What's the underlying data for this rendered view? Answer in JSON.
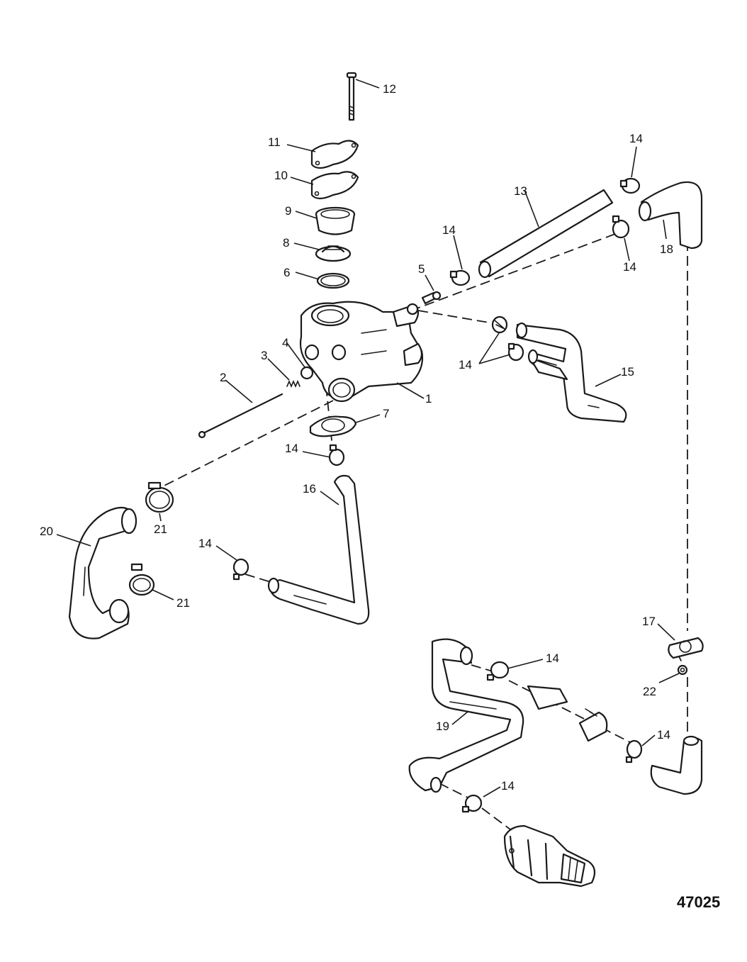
{
  "callouts": [
    {
      "id": "c12",
      "text": "12"
    },
    {
      "id": "c11",
      "text": "11"
    },
    {
      "id": "c10",
      "text": "10"
    },
    {
      "id": "c9",
      "text": "9"
    },
    {
      "id": "c8",
      "text": "8"
    },
    {
      "id": "c6",
      "text": "6"
    },
    {
      "id": "c5",
      "text": "5"
    },
    {
      "id": "c4",
      "text": "4"
    },
    {
      "id": "c3",
      "text": "3"
    },
    {
      "id": "c2",
      "text": "2"
    },
    {
      "id": "c1",
      "text": "1"
    },
    {
      "id": "c7",
      "text": "7"
    },
    {
      "id": "c13",
      "text": "13"
    },
    {
      "id": "c14",
      "text": "14"
    },
    {
      "id": "c15",
      "text": "15"
    },
    {
      "id": "c16",
      "text": "16"
    },
    {
      "id": "c17",
      "text": "17"
    },
    {
      "id": "c18",
      "text": "18"
    },
    {
      "id": "c19",
      "text": "19"
    },
    {
      "id": "c20",
      "text": "20"
    },
    {
      "id": "c21",
      "text": "21"
    },
    {
      "id": "c22",
      "text": "22"
    }
  ],
  "figure_number": "47025"
}
